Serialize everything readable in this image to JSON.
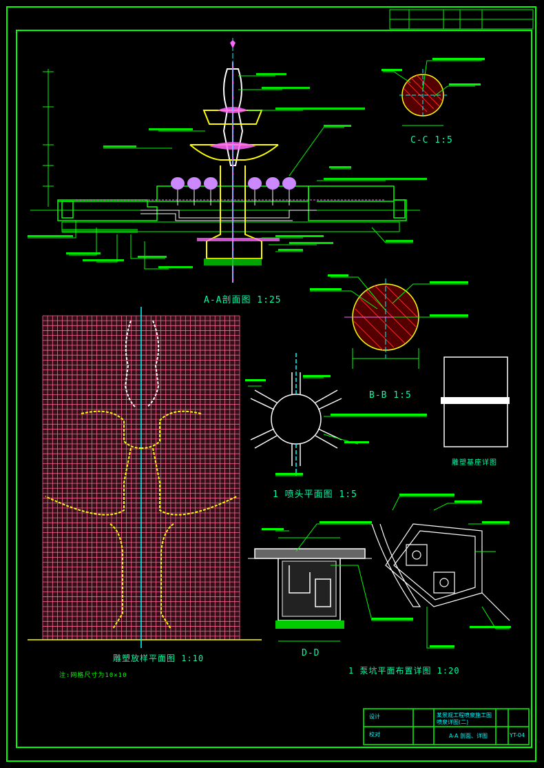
{
  "colors": {
    "background": "#000000",
    "frame": "#00ff00",
    "annotation": "#00ff00",
    "pool": "#00ff00",
    "sculpture": "#ffff00",
    "centerline": "#00ffff",
    "grid": "#ff6699",
    "hatch": "#ff3333",
    "label": "#ffffff",
    "water": "#ff66ff",
    "nozzle": "#cc88ff"
  },
  "title_scales": {
    "section_aa": "A-A剖面图 1:25",
    "detail_cc": "C-C 1:5",
    "detail_bb": "B-B 1:5",
    "nozzle_plan": "1 喷头平面图 1:5",
    "grid_elevation": "雕塑放样平面图 1:10",
    "section_dd": "D-D",
    "pump_pit": "1 泵坑平面布置详图 1:20",
    "cover_detail": "雕塑基座详图"
  },
  "notes": {
    "grid_note": "注:网格尺寸为10×10"
  },
  "title_block": {
    "designer_label": "设计",
    "checker_label": "校对",
    "project_line1": "某景观工程喷泉施工图",
    "project_line2": "喷泉详图(二)",
    "drawing_name": "A-A 剖面、详图",
    "drawing_no": "YT-04"
  }
}
